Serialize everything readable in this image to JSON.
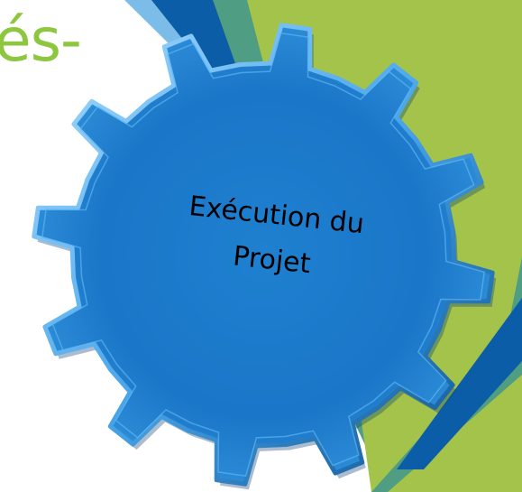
{
  "slide": {
    "partial_title": "és-",
    "gear_label_line1": "Exécution du",
    "gear_label_line2": "Projet"
  },
  "colors": {
    "title_green": "#8dc63f",
    "panel_green": "#a3c34b",
    "dark_blue": "#0c5da8",
    "light_blue": "#7bbde8",
    "teal": "#4f9d82",
    "gear_fill": "#1b7acc",
    "gear_edge": "#0a4f8f"
  },
  "icons": {
    "central_shape": "gear-icon"
  }
}
